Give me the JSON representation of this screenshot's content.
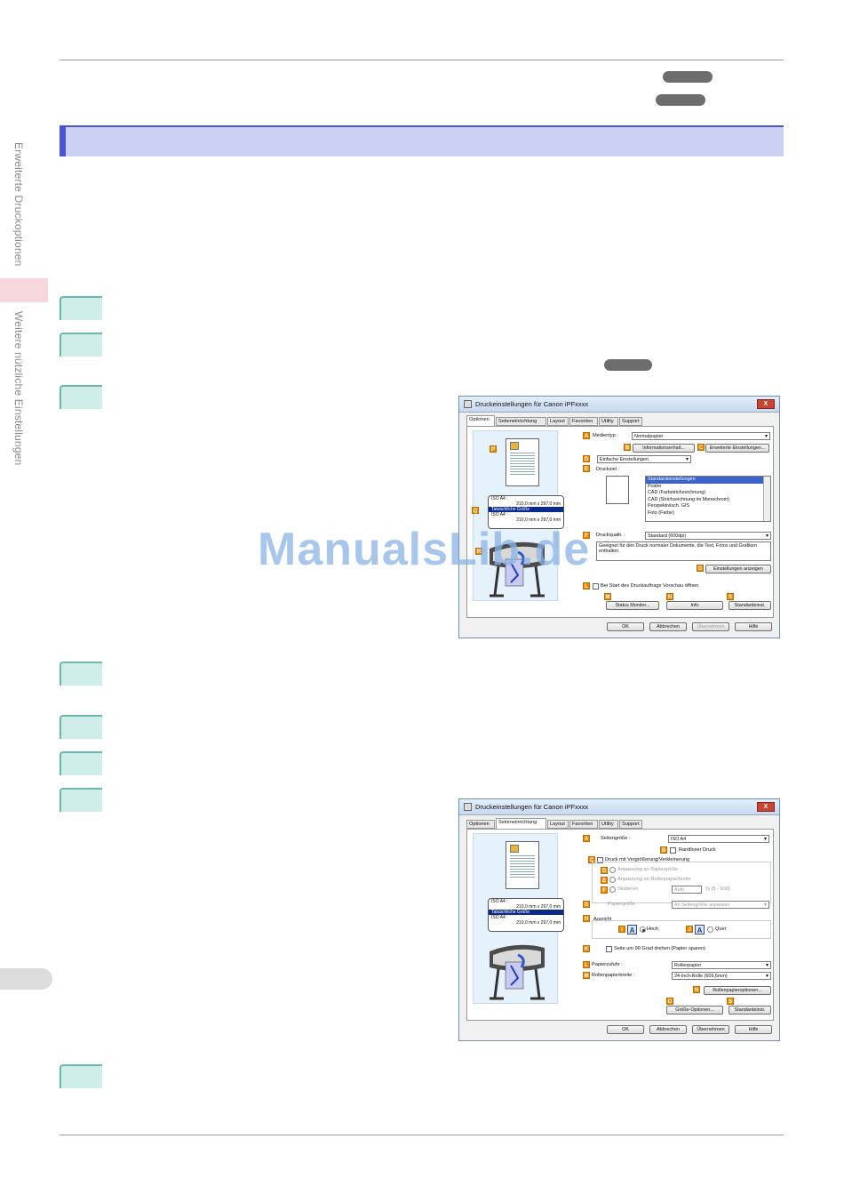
{
  "sidebar": {
    "chapter_label": "Erweiterte Druckoptionen",
    "section_label": "Weitere nützliche Einstellungen"
  },
  "watermark": "ManualsLib.de",
  "dialog1": {
    "title": "Druckeinstellungen für Canon iPFxxxx",
    "close_label": "X",
    "tabs": [
      "Optionen",
      "Seiteneinrichtung",
      "Layout",
      "Favoriten",
      "Utility",
      "Support"
    ],
    "active_tab": 0,
    "letters": {
      "A": "A",
      "B": "B",
      "C": "C",
      "D": "D",
      "E": "E",
      "F": "F",
      "G": "G",
      "L": "L",
      "M": "M",
      "N": "N",
      "S": "S",
      "P": "P",
      "Q": "Q",
      "R": "R"
    },
    "medientyp_label": "Medientyp :",
    "medientyp_value": "Normalpapier",
    "info_button": "Informationserhalt...",
    "advanced_button": "Erweiterte Einstellungen...",
    "mode_select": "Einfache Einstellungen",
    "druckziel_label": "Druckziel :",
    "druckziel_items": [
      "Standardeinstellungen",
      "Poster",
      "CAD (Farbstrichzeichnung)",
      "CAD (Strichzeichnung im Monochrom)",
      "Perspektivisch. GIS",
      "Foto (Farbe)"
    ],
    "druckziel_selected": 0,
    "quality_label": "Druckqualit. :",
    "quality_value": "Standard (600dpi)",
    "description": "Geeignet für den Druck normaler Dokumente, die Text, Fotos und Grafiken enthalten.",
    "show_settings_button": "Einstellungen anzeigen",
    "preview_checkbox": "Bei Start des Druckauftrags Vorschau öffnen",
    "status_button": "Status Monitor...",
    "info2_button": "Info",
    "defaults_button": "Standardeinst.",
    "size_line1": "ISO A4 :",
    "size_dims1": "210,0 mm x 297,0 mm",
    "size_actual": "Tatsächliche Größe",
    "size_line2": "ISO A4 :",
    "size_dims2": "210,0 mm x 297,0 mm",
    "ok": "OK",
    "cancel": "Abbrechen",
    "apply": "Übernehmen",
    "help": "Hilfe"
  },
  "dialog2": {
    "title": "Druckeinstellungen für Canon iPFxxxx",
    "close_label": "X",
    "tabs": [
      "Optionen",
      "Seiteneinrichtung",
      "Layout",
      "Favoriten",
      "Utility",
      "Support"
    ],
    "active_tab": 1,
    "letters": {
      "A": "A",
      "B": "B",
      "C": "C",
      "D": "D",
      "E": "E",
      "F": "F",
      "G": "G",
      "H": "H",
      "I": "I",
      "J": "J",
      "K": "K",
      "L": "L",
      "M": "M",
      "N": "N",
      "O": "O",
      "S": "S"
    },
    "page_size_label": "Seitengröße :",
    "page_size_value": "ISO A4",
    "borderless_label": "Randloser Druck",
    "scale_label": "Druck mit Vergrößerung/Verkleinerung",
    "fit_paper_label": "Anpassung an Papiergröße",
    "fit_roll_label": "Anpassung an Rollenpapierbreite",
    "scaling_label": "Skalieren",
    "scaling_value": "Auto",
    "scaling_range": "% (5 - 600)",
    "paper_size_label": "Papiergröße :",
    "paper_size_value": "An Seitengröße anpassen",
    "orientation_label": "Ausricht",
    "portrait_label": "Hoch",
    "landscape_label": "Quer",
    "rotate_label": "Seite um 90 Grad drehen (Papier sparen)",
    "paper_source_label": "Papierzufuhr :",
    "paper_source_value": "Rollenpapier",
    "roll_width_label": "Rollenpapierbreite :",
    "roll_width_value": "24-Inch-Rolle (609,6mm)",
    "roll_options_button": "Rollenpapieroptionen...",
    "size_options_button": "Größe-Optionen...",
    "defaults_button": "Standardeinst.",
    "size_line1": "ISO A4 :",
    "size_dims1": "210,0 mm x 297,0 mm",
    "size_actual": "Tatsächliche Größe",
    "size_line2": "ISO A4 :",
    "size_dims2": "210,0 mm x 297,0 mm",
    "ok": "OK",
    "cancel": "Abbrechen",
    "apply": "Übernehmen",
    "help": "Hilfe"
  }
}
